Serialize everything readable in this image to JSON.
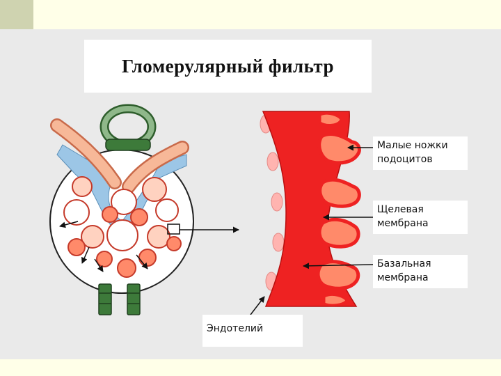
{
  "title": "Гломерулярный фильтр",
  "labels": {
    "podocyte_feet": [
      "Малые ножки",
      "подоцитов"
    ],
    "slit_membrane": [
      "Щелевая",
      "мембрана"
    ],
    "basement_membrane": [
      "Базальная",
      "мембрана"
    ],
    "endothelium": "Эндотелий"
  },
  "colors": {
    "slide_background": "#eaeaea",
    "membrane_red": "#ee2222",
    "foot_orange": "#ff8a6a",
    "capsule_blue": "#9cc6e6",
    "vessel_peach": "#f7b898",
    "tubule_green": "#3d7a3a"
  }
}
